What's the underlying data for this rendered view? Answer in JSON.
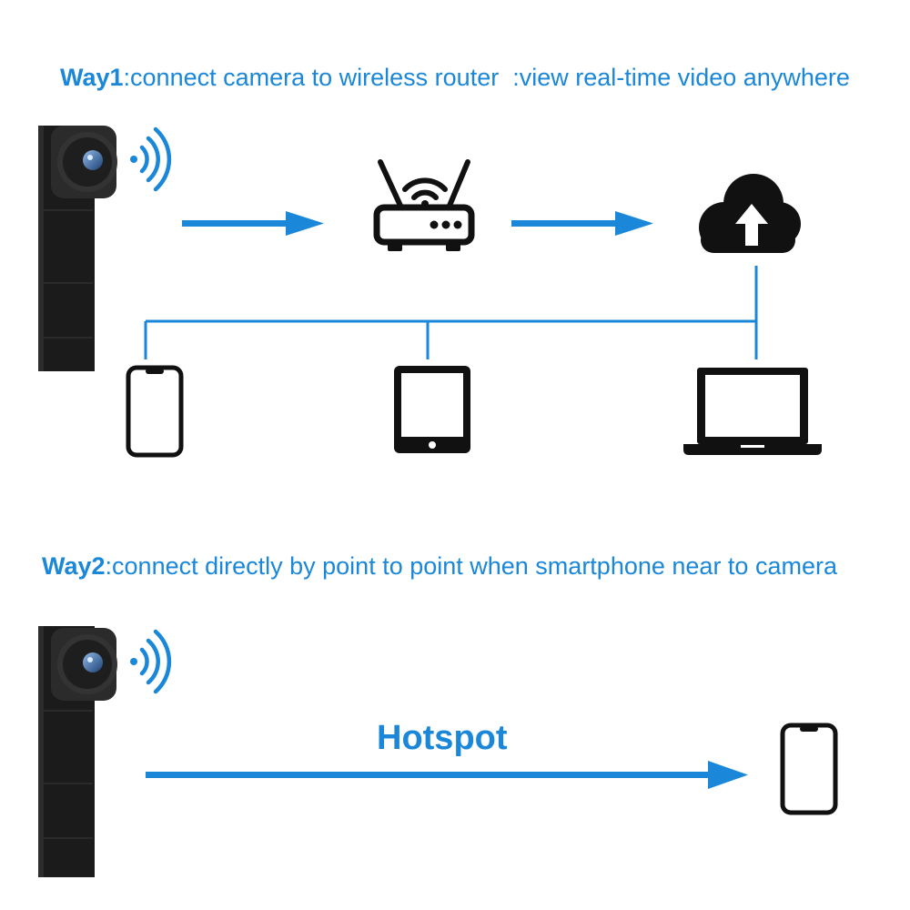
{
  "way1": {
    "label": "Way1",
    "text": ":connect camera to wireless router  :view real-time video anywhere"
  },
  "way2": {
    "label": "Way2",
    "text": ":connect directly by point to point when smartphone near to camera"
  },
  "hotspot_label": "Hotspot",
  "colors": {
    "accent": "#1a87d8",
    "icon": "#111111",
    "background": "#ffffff"
  },
  "icons": [
    "camera-module",
    "wifi-signal",
    "router",
    "cloud-upload",
    "smartphone",
    "tablet",
    "laptop"
  ]
}
